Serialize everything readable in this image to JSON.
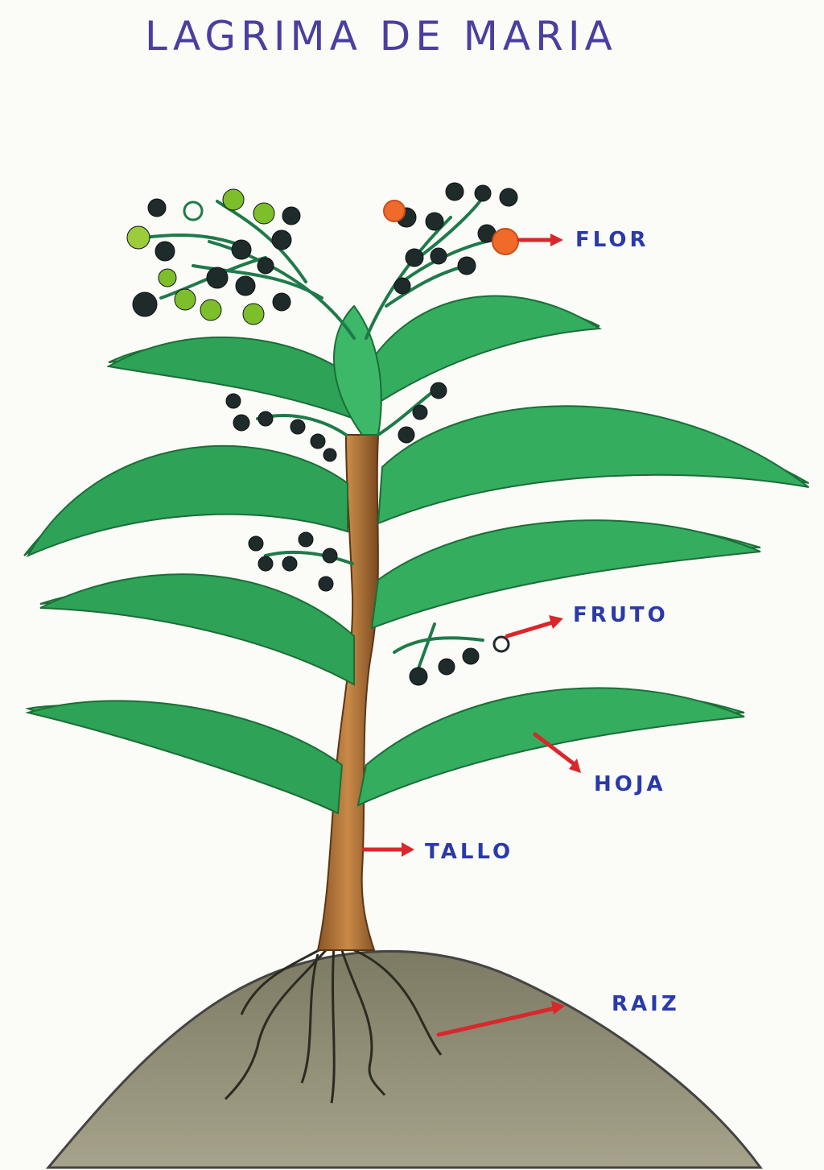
{
  "title": "LAGRIMA DE MARIA",
  "labels": {
    "flower": "FLOR",
    "fruit": "FRUTO",
    "leaf": "HOJA",
    "stem": "TALLO",
    "root": "RAIZ"
  },
  "colors": {
    "title_ink": "#4a3fa0",
    "label_ink": "#2a3aa8",
    "arrow": "#d8282c",
    "leaf": "#2fa85a",
    "stem": "#b9773b",
    "soil": "#8f8b73",
    "berry": "#1f2a2a",
    "flower": "#f06a2a"
  }
}
